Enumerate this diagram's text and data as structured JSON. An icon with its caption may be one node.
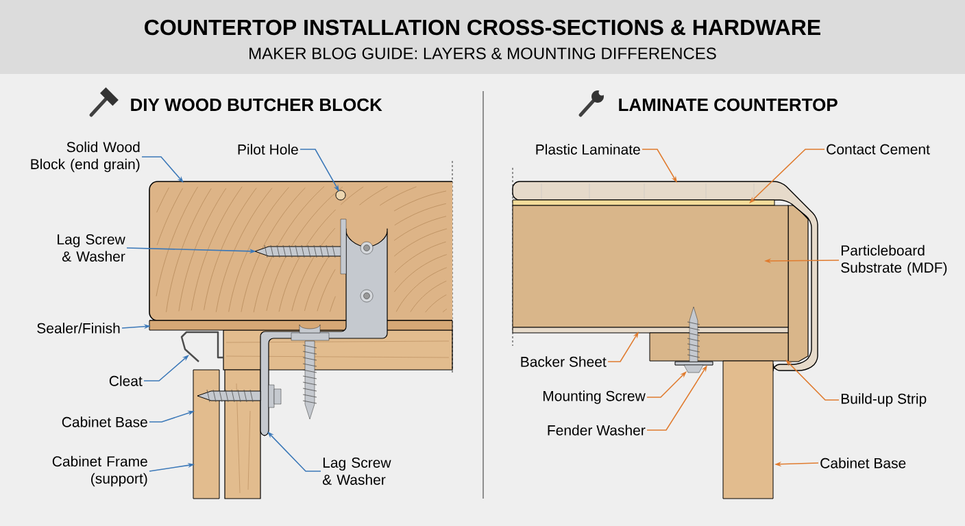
{
  "diagram": {
    "title": "COUNTERTOP INSTALLATION CROSS-SECTIONS & HARDWARE",
    "nodes": [
      {
        "text": [
          "Solid Wood Block (end grain)"
        ]
      },
      {
        "text": [
          "Pilot Hole"
        ]
      },
      {
        "text": [
          "Lag Screw & Washer"
        ]
      },
      {
        "text": [
          "Sealer/Finish"
        ]
      },
      {
        "text": [
          "Cleat"
        ]
      },
      {
        "text": [
          "Cabinet Base"
        ]
      },
      {
        "text": [
          "Cabinet Frame (support)"
        ]
      },
      {
        "text": [
          "Lag Screw & Washer"
        ]
      },
      {
        "text": [
          "Plastic Laminate"
        ]
      },
      {
        "text": [
          "Contact Cement"
        ]
      },
      {
        "text": [
          "Particleboard Substrate (MDF)"
        ]
      },
      {
        "text": [
          "Backer Sheet"
        ]
      },
      {
        "text": [
          "Mounting Screw"
        ]
      },
      {
        "text": [
          "Fender Washer"
        ]
      },
      {
        "text": [
          "Build-up Strip"
        ]
      },
      {
        "text": [
          "Cabinet Base"
        ]
      },
      {
        "text": [],
        "shape": "picture"
      },
      {
        "text": [],
        "shape": "circle",
        "in": 16
      },
      {
        "text": [],
        "shape": "bar"
      },
      {
        "text": [],
        "shape": "screw",
        "in": 16
      },
      {
        "text": [],
        "shape": "picture"
      },
      {
        "text": [],
        "shape": "bar"
      },
      {
        "text": [],
        "shape": "picture"
      },
      {
        "text": [],
        "shape": "picture"
      },
      {
        "text": [],
        "shape": "bar"
      },
      {
        "text": [],
        "shape": "box"
      },
      {
        "text": [],
        "shape": "bar"
      },
      {
        "text": [],
        "shape": "picture"
      },
      {
        "text": [],
        "shape": "bar"
      },
      {
        "text": [],
        "shape": "box"
      },
      {
        "text": [],
        "shape": "bar"
      }
    ],
    "edges": [
      {
        "from": 0,
        "to": 16,
        "arrow": "to",
        "color": "#3b78b8"
      },
      {
        "from": 1,
        "to": 17,
        "arrow": "to",
        "color": "#3b78b8"
      },
      {
        "from": 2,
        "to": 19,
        "arrow": "to",
        "color": "#3b78b8"
      },
      {
        "from": 3,
        "to": 18,
        "arrow": "to",
        "color": "#3b78b8"
      },
      {
        "from": 4,
        "to": 20,
        "arrow": "to",
        "color": "#3b78b8"
      },
      {
        "from": 5,
        "to": 21,
        "arrow": "to",
        "color": "#3b78b8"
      },
      {
        "from": 6,
        "to": 21,
        "arrow": "to",
        "color": "#3b78b8"
      },
      {
        "from": 7,
        "to": 22,
        "arrow": "to",
        "color": "#3b78b8"
      },
      {
        "from": 8,
        "to": 23,
        "arrow": "to",
        "color": "#e07b2e"
      },
      {
        "from": 9,
        "to": 24,
        "arrow": "to",
        "color": "#e07b2e"
      },
      {
        "from": 10,
        "to": 25,
        "arrow": "to",
        "color": "#e07b2e"
      },
      {
        "from": 11,
        "to": 26,
        "arrow": "to",
        "color": "#e07b2e"
      },
      {
        "from": 12,
        "to": 27,
        "arrow": "to",
        "color": "#e07b2e"
      },
      {
        "from": 13,
        "to": 28,
        "arrow": "to",
        "color": "#e07b2e"
      },
      {
        "from": 14,
        "to": 29,
        "arrow": "to",
        "color": "#e07b2e"
      },
      {
        "from": 15,
        "to": 30,
        "arrow": "to",
        "color": "#e07b2e"
      }
    ],
    "labels": [
      "MAKER BLOG GUIDE: LAYERS & MOUNTING DIFFERENCES",
      "DIY WOOD BUTCHER BLOCK",
      "LAMINATE COUNTERTOP"
    ]
  }
}
